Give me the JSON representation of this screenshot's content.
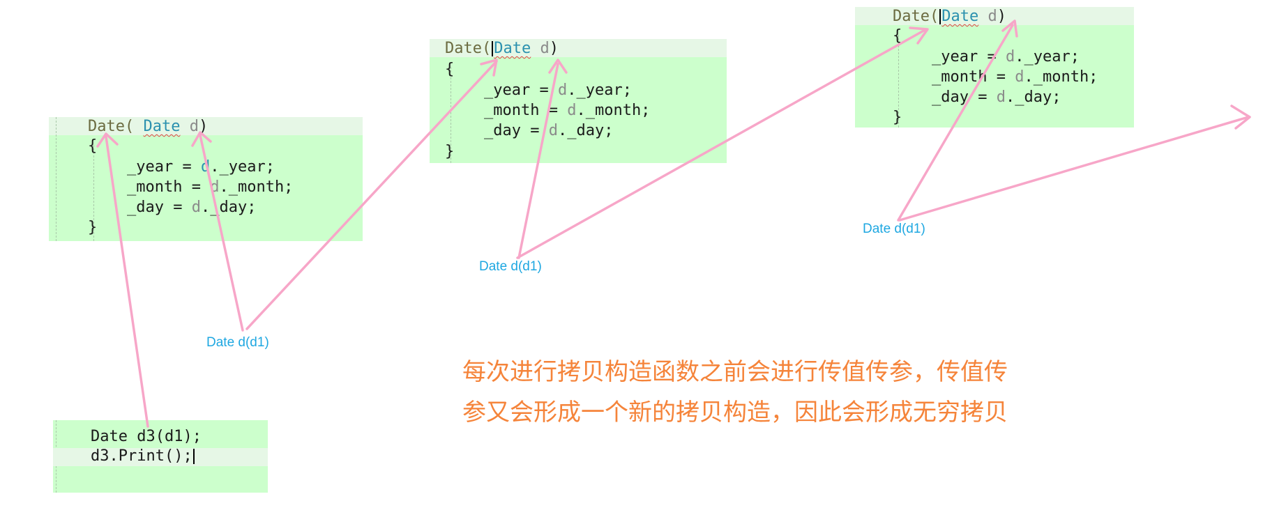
{
  "panels": [
    {
      "name": "copy-ctor-panel-1",
      "lines": {
        "sig_date": "Date(",
        "sig_type": "Date",
        "sig_param": "d",
        "sig_close": ")",
        "open_brace": "{",
        "l1_a": "_year = ",
        "l1_p": "d",
        "l1_b": "._year;",
        "l2_a": "_month = ",
        "l2_p": "d",
        "l2_b": "._month;",
        "l3_a": "_day = ",
        "l3_p": "d",
        "l3_b": "._day;",
        "close_brace": "}"
      }
    },
    {
      "name": "copy-ctor-panel-2",
      "lines": {
        "sig_date": "Date(",
        "sig_type": "Date",
        "sig_param": "d",
        "sig_close": ")",
        "open_brace": "{",
        "l1_a": "_year = ",
        "l1_p": "d",
        "l1_b": "._year;",
        "l2_a": "_month = ",
        "l2_p": "d",
        "l2_b": "._month;",
        "l3_a": "_day = ",
        "l3_p": "d",
        "l3_b": "._day;",
        "close_brace": "}"
      }
    },
    {
      "name": "copy-ctor-panel-3",
      "lines": {
        "sig_date": "Date(",
        "sig_type": "Date",
        "sig_param": "d",
        "sig_close": ")",
        "open_brace": "{",
        "l1_a": "_year = ",
        "l1_p": "d",
        "l1_b": "._year;",
        "l2_a": "_month = ",
        "l2_p": "d",
        "l2_b": "._month;",
        "l3_a": "_day = ",
        "l3_p": "d",
        "l3_b": "._day;",
        "close_brace": "}"
      }
    }
  ],
  "caller": {
    "line1": "Date d3(d1);",
    "line2": "d3.Print();"
  },
  "labels": {
    "call1": "Date d(d1)",
    "call2": "Date d(d1)",
    "call3": "Date d(d1)"
  },
  "note": {
    "line1": "每次进行拷贝构造函数之前会进行传值传参，传值传",
    "line2": "参又会形成一个新的拷贝构造，因此会形成无穷拷贝"
  },
  "colors": {
    "panel_bg": "#ccffcc",
    "arrow": "#f7a6c8",
    "label": "#1ea7e1",
    "note": "#f5843a",
    "type": "#2b91af"
  }
}
